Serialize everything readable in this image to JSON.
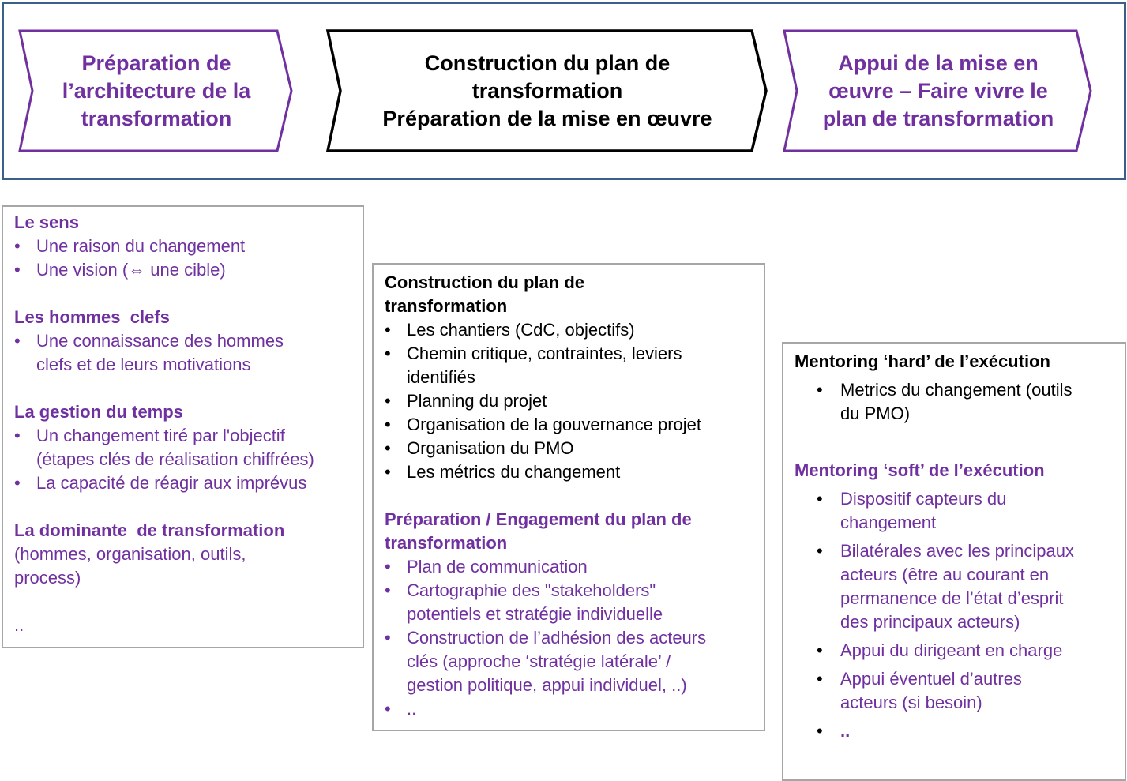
{
  "colors": {
    "frame_border": "#3A5F8A",
    "accent_purple": "#7030A0",
    "box_border": "#A6A6A6",
    "text_black": "#000000"
  },
  "phases": [
    {
      "lines": [
        "Préparation de",
        "l’architecture de la",
        "transformation"
      ],
      "color": "purple"
    },
    {
      "lines": [
        "Construction du plan de",
        "transformation",
        "Préparation de la mise en œuvre"
      ],
      "color": "black"
    },
    {
      "lines": [
        "Appui de la mise en",
        "œuvre – Faire vivre le",
        "plan de transformation"
      ],
      "color": "purple"
    }
  ],
  "left_box": {
    "sections": [
      {
        "heading": "Le sens",
        "bullets": [
          "Une raison du changement",
          "Une vision (⇔ une cible)"
        ]
      },
      {
        "heading": "Les hommes  clefs",
        "bullets": [
          "Une connaissance des hommes clefs et de leurs motivations"
        ],
        "bullet_lines": [
          [
            "Une connaissance des hommes",
            "clefs et de leurs motivations"
          ]
        ]
      },
      {
        "heading": "La gestion du temps",
        "bullets": [
          "Un changement tiré par l'objectif (étapes clés de réalisation chiffrées)",
          "La capacité de réagir aux imprévus"
        ],
        "bullet_lines": [
          [
            "Un changement tiré par l'objectif",
            "(étapes clés de réalisation chiffrées)"
          ],
          [
            "La capacité de réagir aux imprévus"
          ]
        ]
      },
      {
        "heading": "La dominante  de transformation",
        "text_lines": [
          "(hommes, organisation, outils,",
          "process)"
        ]
      }
    ],
    "ellipsis": ".."
  },
  "middle_box": {
    "section1": {
      "heading_lines": [
        "Construction du plan de",
        "transformation"
      ],
      "bullets": [
        [
          "Les chantiers (CdC, objectifs)"
        ],
        [
          "Chemin critique, contraintes, leviers",
          "identifiés"
        ],
        [
          "Planning du projet"
        ],
        [
          "Organisation de la gouvernance projet"
        ],
        [
          "Organisation du PMO"
        ],
        [
          "Les métrics du changement"
        ]
      ]
    },
    "section2": {
      "heading_lines": [
        "Préparation / Engagement du plan de",
        "transformation"
      ],
      "bullets": [
        [
          "Plan de communication"
        ],
        [
          "Cartographie des \"stakeholders\"",
          "potentiels et stratégie individuelle"
        ],
        [
          "Construction de l’adhésion des acteurs",
          "clés (approche ‘stratégie latérale’ /",
          "gestion politique, appui individuel, ..)"
        ],
        [
          ".."
        ]
      ]
    }
  },
  "right_box": {
    "section1": {
      "heading": "Mentoring ‘hard’ de l’exécution",
      "bullets": [
        [
          "Metrics du changement (outils",
          "du PMO)"
        ]
      ]
    },
    "section2": {
      "heading": "Mentoring ‘soft’ de l’exécution",
      "bullets": [
        [
          "Dispositif capteurs du",
          "changement"
        ],
        [
          "Bilatérales avec les principaux",
          "acteurs (être au courant en",
          "permanence de l’état d’esprit",
          "des principaux acteurs)"
        ],
        [
          "Appui du dirigeant en charge"
        ],
        [
          "Appui éventuel d’autres",
          "acteurs (si besoin)"
        ],
        [
          ".."
        ]
      ]
    }
  },
  "bullet_glyph": "•"
}
